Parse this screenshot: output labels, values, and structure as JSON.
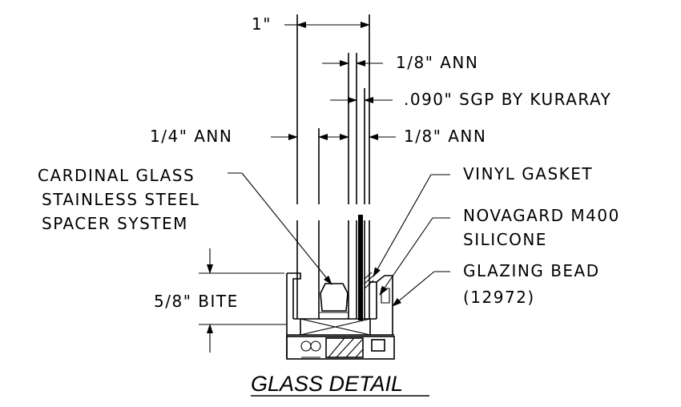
{
  "title": "GLASS DETAIL",
  "labels": {
    "overall": "1\"",
    "outer_lite": "1/8\" ANN",
    "interlayer": ".090\" SGP BY KURARAY",
    "inner_lite": "1/4\" ANN",
    "laminate_lite": "1/8\" ANN",
    "spacer_line1": "CARDINAL GLASS",
    "spacer_line2": "STAINLESS STEEL",
    "spacer_line3": "SPACER SYSTEM",
    "gasket": "VINYL GASKET",
    "silicone_line1": "NOVAGARD M400",
    "silicone_line2": "SILICONE",
    "bead_line1": "GLAZING BEAD",
    "bead_line2": "(12972)",
    "bite": "5/8\" BITE"
  },
  "colors": {
    "ink": "#000000",
    "paper": "#ffffff"
  }
}
